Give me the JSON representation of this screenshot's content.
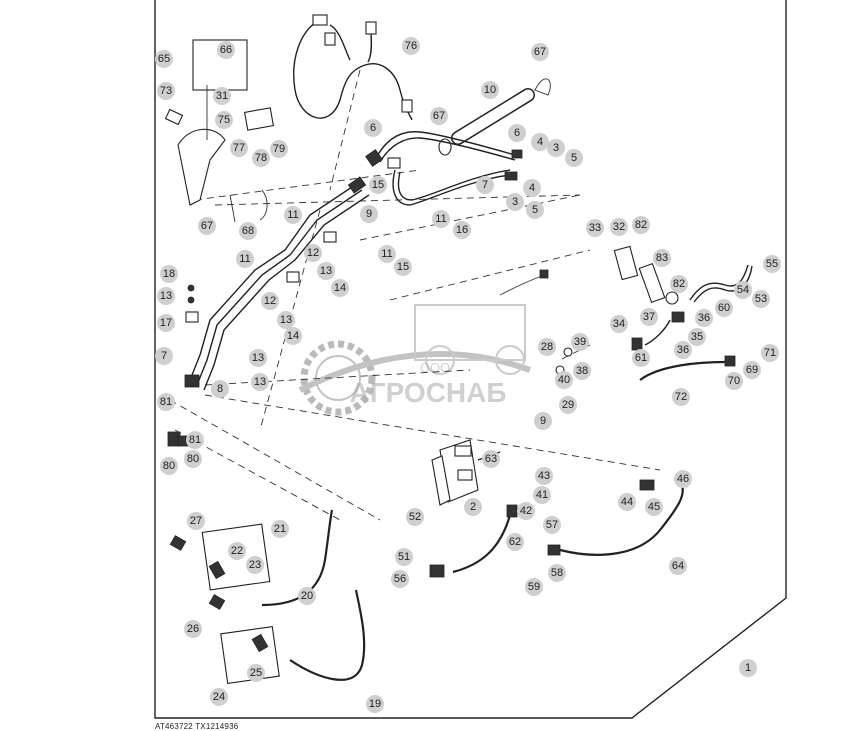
{
  "footer_code": "AT463722  TX1214936",
  "watermark": {
    "brand": "АГРОСНАБ",
    "prefix": "ООО"
  },
  "callouts": [
    "1",
    "2",
    "3",
    "4",
    "5",
    "6",
    "7",
    "8",
    "9",
    "10",
    "11",
    "12",
    "13",
    "14",
    "15",
    "16",
    "17",
    "18",
    "19",
    "20",
    "21",
    "22",
    "23",
    "24",
    "25",
    "26",
    "27",
    "28",
    "29",
    "31",
    "32",
    "33",
    "34",
    "35",
    "36",
    "37",
    "38",
    "39",
    "40",
    "41",
    "42",
    "43",
    "44",
    "45",
    "46",
    "51",
    "52",
    "53",
    "54",
    "55",
    "56",
    "57",
    "58",
    "59",
    "60",
    "61",
    "62",
    "63",
    "64",
    "65",
    "66",
    "67",
    "68",
    "69",
    "70",
    "71",
    "72",
    "73",
    "75",
    "76",
    "77",
    "78",
    "79",
    "80",
    "81",
    "82",
    "83"
  ]
}
